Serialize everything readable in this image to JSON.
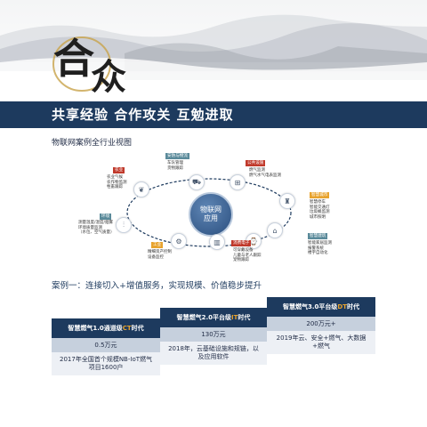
{
  "brand": {
    "char1": "合",
    "char2": "众"
  },
  "banner": {
    "text": "共享经验 合作攻关 互勉进取"
  },
  "section1": {
    "title": "物联网案例全行业视图"
  },
  "diagram": {
    "hub": {
      "line1": "物联网",
      "line2": "应用"
    },
    "tags": {
      "agriculture": "农业",
      "env": "环境",
      "industry": "工业",
      "security": "安防与物流",
      "public": "公共设施",
      "smart_city": "智慧城市",
      "smart_building": "智慧建筑",
      "electronics": "消费电子"
    },
    "labels": {
      "agriculture": [
        "农业气候",
        "农作物监测",
        "牲畜跟踪"
      ],
      "env": [
        "测量温度/湿度/烟雾",
        "环境质量监测",
        "（水位、空气质量）"
      ],
      "industry": [
        "精细资产控制",
        "设备监控"
      ],
      "security": [
        "车队管理",
        "货物跟踪"
      ],
      "public": [
        "燃气监测",
        "燃气水气电表监测"
      ],
      "smart_city": [
        "智慧停车",
        "智能交通灯",
        "垃圾桶监测",
        "城市照明"
      ],
      "smart_building": [
        "智能家居监测",
        "报警系统",
        "楼宇自动化"
      ],
      "electronics": [
        "可穿戴设备",
        "儿童与老人跟踪",
        "宠物跟踪"
      ]
    }
  },
  "section2": {
    "title": "案例一：连接切入+增值服务，实现规模、价值稳步提升"
  },
  "steps": [
    {
      "title_prefix": "智慧燃气1.0通道级",
      "title_hl": "CT",
      "title_suffix": "时代",
      "price": "0.5万元",
      "desc": "2017年全国首个规模NB-IoT燃气项目1600户"
    },
    {
      "title_prefix": "智慧燃气2.0平台级",
      "title_hl": "IT",
      "title_suffix": "时代",
      "price": "130万元",
      "desc": "2018年，云基础设施和规链，以及应用软件"
    },
    {
      "title_prefix": "智慧燃气3.0平台级",
      "title_hl": "DT",
      "title_suffix": "时代",
      "price": "200万元+",
      "desc": "2019年云、安全+燃气、大数据+燃气"
    }
  ],
  "colors": {
    "navy": "#1d3a5e",
    "highlight": "#e8a32e",
    "tag_red": "#c0392b",
    "tag_orange": "#e8a32e",
    "tag_teal": "#5a8a9a"
  }
}
